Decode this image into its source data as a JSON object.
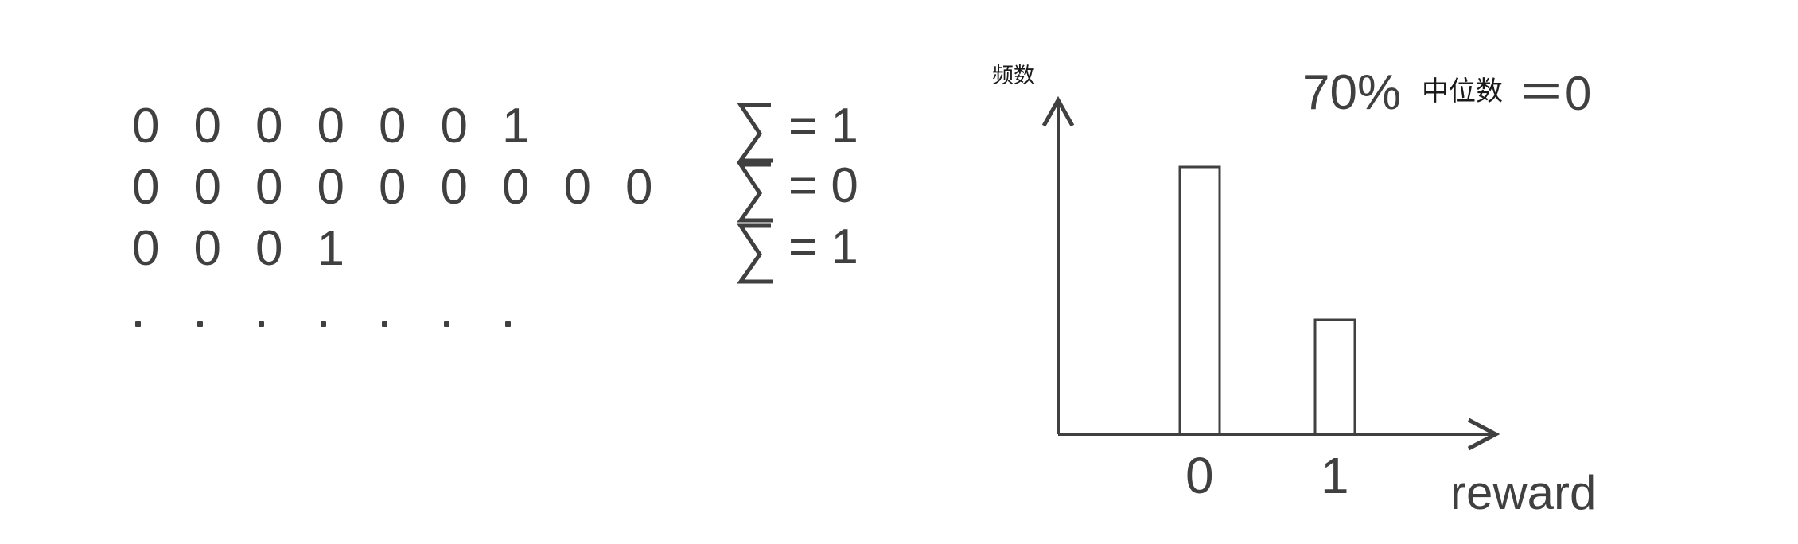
{
  "sequences": [
    {
      "digits": [
        "0",
        "0",
        "0",
        "0",
        "0",
        "0",
        "1"
      ],
      "sum_label": "= 1"
    },
    {
      "digits": [
        "0",
        "0",
        "0",
        "0",
        "0",
        "0",
        "0",
        "0",
        "0"
      ],
      "sum_label": "= 0"
    },
    {
      "digits": [
        "0",
        "0",
        "0",
        "1"
      ],
      "sum_label": "= 1"
    }
  ],
  "ellipsis_dot_count": 7,
  "annotation": {
    "percent": "70%",
    "median_label": "中位数",
    "median_value": "＝0"
  },
  "chart_data": {
    "type": "bar",
    "categories": [
      "0",
      "1"
    ],
    "values": [
      0.7,
      0.3
    ],
    "ylabel": "频数",
    "xlabel": "reward",
    "ylim": [
      0,
      1.0
    ],
    "grid": false,
    "bar_fill": "#ffffff",
    "stroke_color": "#404040"
  }
}
